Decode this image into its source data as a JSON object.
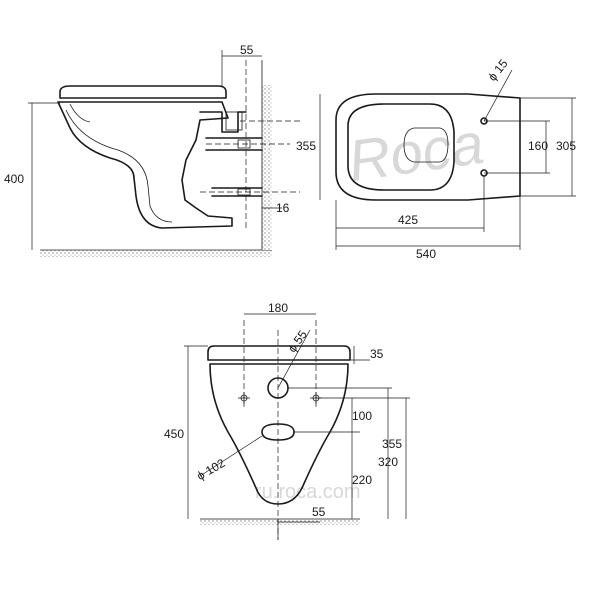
{
  "watermark_brand": "Roca",
  "watermark_url": "ru.roca.com",
  "side_view": {
    "height": "400",
    "wall_gap": "55",
    "pipe_offset": "16"
  },
  "top_view": {
    "depth": "355",
    "hole_diameter": "ϕ 15",
    "hole_spacing": "160",
    "rear_width": "305",
    "inner_length": "425",
    "length": "540"
  },
  "front_view": {
    "hole_spacing": "180",
    "outlet_diameter": "ϕ 55",
    "rim_offset": "35",
    "height": "450",
    "outlet_to_hole": "100",
    "hole_height": "355",
    "outlet_height": "320",
    "waste_diameter": "ϕ 102",
    "waste_height": "220",
    "waste_offset": "55"
  }
}
